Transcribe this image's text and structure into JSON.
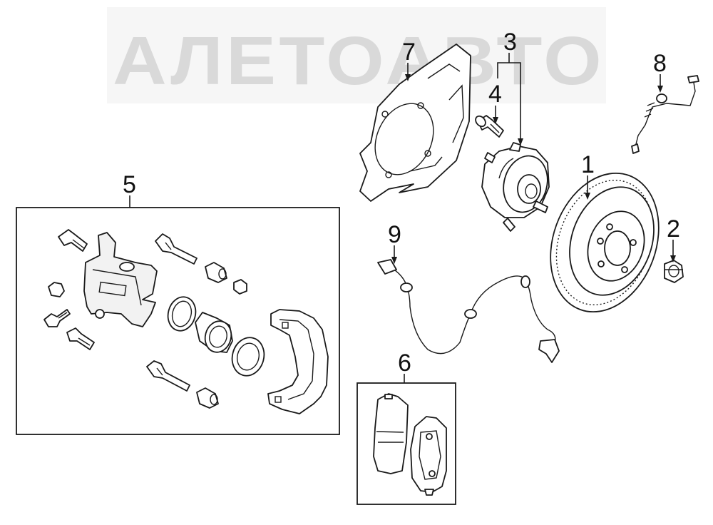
{
  "watermark": {
    "text": "АЛЕТОАВТО"
  },
  "callouts": {
    "c1": "1",
    "c2": "2",
    "c3": "3",
    "c4": "4",
    "c5": "5",
    "c6": "6",
    "c7": "7",
    "c8": "8",
    "c9": "9"
  },
  "icons": {
    "brake-disc": "brake-disc-icon",
    "hub-bearing": "hub-bearing-icon",
    "splash-shield": "splash-shield-icon",
    "caliper-kit": "caliper-kit-icon",
    "brake-pads": "brake-pads-icon",
    "abs-sensor": "abs-sensor-icon",
    "brake-hose": "brake-hose-icon",
    "hub-nut": "hub-nut-icon",
    "hub-bolt": "hub-bolt-icon"
  }
}
